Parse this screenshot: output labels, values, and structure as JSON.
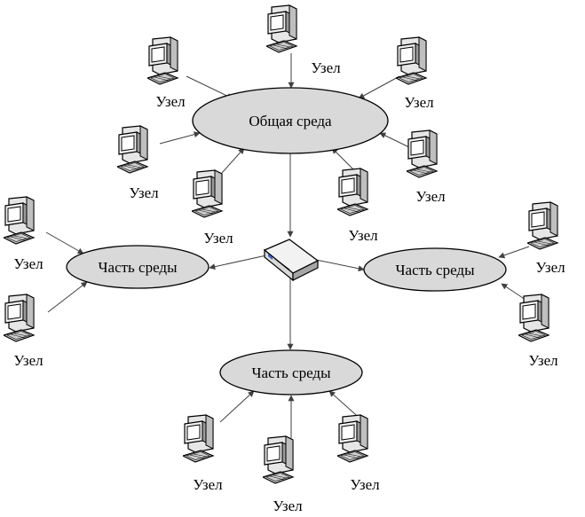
{
  "central_medium": {
    "label": "Общая среда"
  },
  "segments": [
    {
      "label": "Часть среды"
    },
    {
      "label": "Часть среды"
    },
    {
      "label": "Часть среды"
    }
  ],
  "node_label": "Узел",
  "colors": {
    "ellipse_fill": "#d9d9d9",
    "stroke": "#000000",
    "arrow": "#404040"
  },
  "icons": {
    "node": "desktop-computer-icon",
    "switch": "network-switch-icon"
  }
}
